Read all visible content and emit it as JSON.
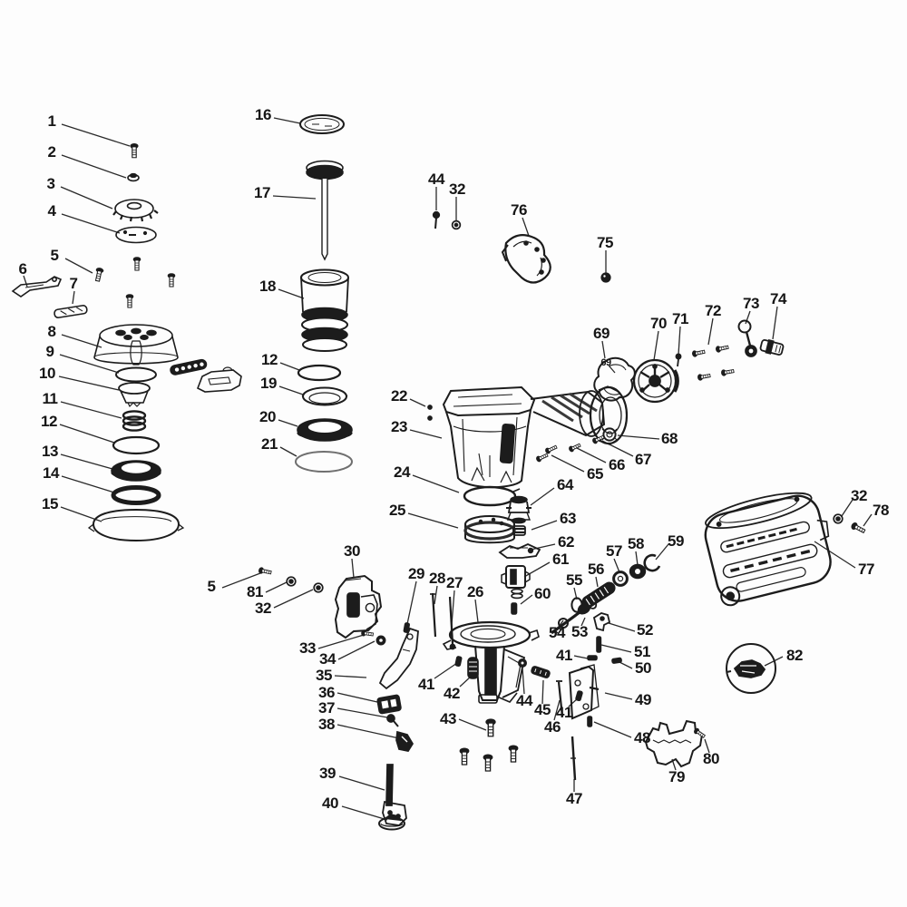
{
  "diagram": {
    "type": "exploded-parts-diagram",
    "subject": "Pneumatic coil nailer exploded parts schematic",
    "background_color": "#fdfdfd",
    "ink_color": "#1c1c1c",
    "callout_style": "numbered labels with leader lines",
    "lowest_callout": "1",
    "highest_callout": "82"
  },
  "labels": [
    {
      "text": "1"
    },
    {
      "text": "2"
    },
    {
      "text": "3"
    },
    {
      "text": "4"
    },
    {
      "text": "5"
    },
    {
      "text": "6"
    },
    {
      "text": "7"
    },
    {
      "text": "8"
    },
    {
      "text": "9"
    },
    {
      "text": "10"
    },
    {
      "text": "11"
    },
    {
      "text": "12"
    },
    {
      "text": "13"
    },
    {
      "text": "14"
    },
    {
      "text": "15"
    },
    {
      "text": "16"
    },
    {
      "text": "17"
    },
    {
      "text": "18"
    },
    {
      "text": "12"
    },
    {
      "text": "19"
    },
    {
      "text": "20"
    },
    {
      "text": "21"
    },
    {
      "text": "44"
    },
    {
      "text": "32"
    },
    {
      "text": "76"
    },
    {
      "text": "75"
    },
    {
      "text": "22"
    },
    {
      "text": "23"
    },
    {
      "text": "24"
    },
    {
      "text": "25"
    },
    {
      "text": "69"
    },
    {
      "text": "69"
    },
    {
      "text": "70"
    },
    {
      "text": "71"
    },
    {
      "text": "72"
    },
    {
      "text": "73"
    },
    {
      "text": "74"
    },
    {
      "text": "68"
    },
    {
      "text": "67"
    },
    {
      "text": "66"
    },
    {
      "text": "65"
    },
    {
      "text": "64"
    },
    {
      "text": "63"
    },
    {
      "text": "62"
    },
    {
      "text": "61"
    },
    {
      "text": "60"
    },
    {
      "text": "30"
    },
    {
      "text": "5"
    },
    {
      "text": "81"
    },
    {
      "text": "32"
    },
    {
      "text": "33"
    },
    {
      "text": "34"
    },
    {
      "text": "35"
    },
    {
      "text": "36"
    },
    {
      "text": "37"
    },
    {
      "text": "38"
    },
    {
      "text": "29"
    },
    {
      "text": "28"
    },
    {
      "text": "27"
    },
    {
      "text": "26"
    },
    {
      "text": "55"
    },
    {
      "text": "56"
    },
    {
      "text": "57"
    },
    {
      "text": "58"
    },
    {
      "text": "59"
    },
    {
      "text": "54"
    },
    {
      "text": "53"
    },
    {
      "text": "41"
    },
    {
      "text": "52"
    },
    {
      "text": "51"
    },
    {
      "text": "50"
    },
    {
      "text": "49"
    },
    {
      "text": "41"
    },
    {
      "text": "42"
    },
    {
      "text": "44"
    },
    {
      "text": "45"
    },
    {
      "text": "41"
    },
    {
      "text": "46"
    },
    {
      "text": "43"
    },
    {
      "text": "48"
    },
    {
      "text": "80"
    },
    {
      "text": "79"
    },
    {
      "text": "47"
    },
    {
      "text": "39"
    },
    {
      "text": "40"
    },
    {
      "text": "77"
    },
    {
      "text": "32"
    },
    {
      "text": "78"
    },
    {
      "text": "82"
    }
  ]
}
